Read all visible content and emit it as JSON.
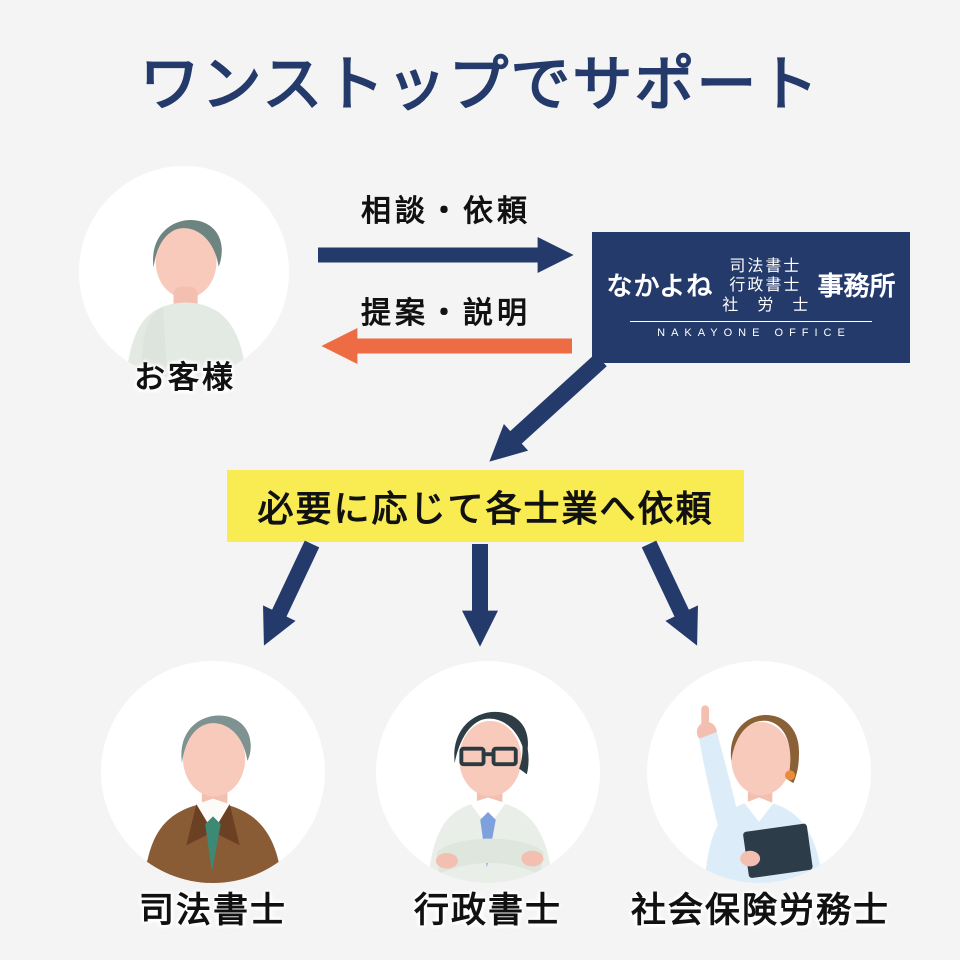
{
  "title": "ワンストップでサポート",
  "customer": {
    "label": "お客様"
  },
  "flows": {
    "request_label": "相談・依頼",
    "proposal_label": "提案・説明"
  },
  "office": {
    "name_left": "なかよね",
    "services": [
      "司法書士",
      "行政書士",
      "社 労 士"
    ],
    "name_right": "事務所",
    "subtitle": "NAKAYONE OFFICE"
  },
  "banner": {
    "text": "必要に応じて各士業へ依頼"
  },
  "professionals": [
    {
      "label": "司法書士"
    },
    {
      "label": "行政書士"
    },
    {
      "label": "社会保険労務士"
    }
  ],
  "colors": {
    "background": "#f4f4f5",
    "navy": "#243a6b",
    "orange": "#ed6c44",
    "yellow": "#f9ec52",
    "text_black": "#111111",
    "circle_white": "#ffffff"
  }
}
